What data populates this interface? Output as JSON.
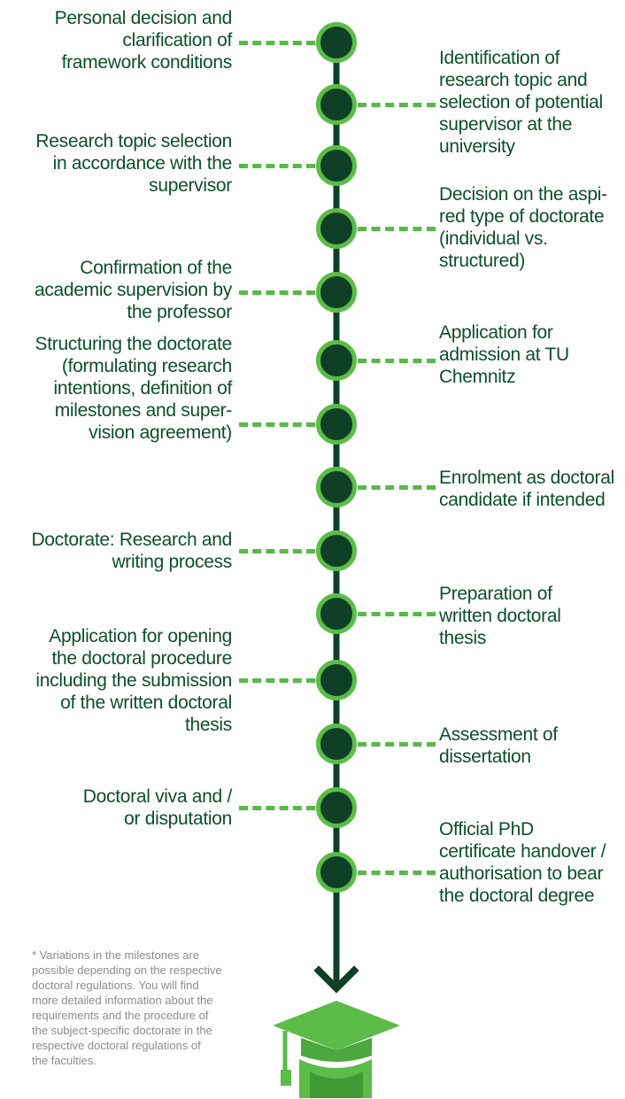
{
  "steps_left": [
    {
      "text": "Personal decision and\nclarification of\nframework conditions"
    },
    {
      "text": "Research topic selection\nin accordance with the\nsupervisor"
    },
    {
      "text": "Confirmation of the\nacademic supervision by\nthe professor"
    },
    {
      "text": "Structuring the doctorate\n(formulating research\nintentions, definition of\nmilestones and super-\nvision agreement)"
    },
    {
      "text": "Doctorate: Research and\nwriting process"
    },
    {
      "text": "Application for opening\nthe doctoral procedure\nincluding the submission\nof the written doctoral\nthesis"
    },
    {
      "text": "Doctoral viva and /\nor disputation"
    }
  ],
  "steps_right": [
    {
      "text": "Identification of\nresearch topic and\nselection of potential\nsupervisor at the\nuniversity"
    },
    {
      "text": "Decision on the aspi-\nred type of doctorate\n(individual vs.\nstructured)"
    },
    {
      "text": "Application for\nadmission at TU\nChemnitz"
    },
    {
      "text": "Enrolment as doctoral\ncandidate if intended"
    },
    {
      "text": "Preparation of\nwritten doctoral\nthesis"
    },
    {
      "text": "Assessment of\ndissertation"
    },
    {
      "text": "Official PhD\ncertificate handover /\nauthorisation to bear\nthe doctoral degree"
    }
  ],
  "footnote": "* Variations in the milestones are\npossible depending on the respective\ndoctoral regulations. You will find\nmore detailed information about the\nrequirements and the procedure of\nthe subject-specific doctorate in the\nrespective doctoral regulations of\nthe faculties.",
  "colors": {
    "text": "#0d4e2c",
    "node_fill": "#0f4027",
    "node_ring": "#5bbc48",
    "dash": "#57b947",
    "line": "#0f4027",
    "cap": "#5bbc48",
    "footnote": "#8c8c8c"
  },
  "icons": {
    "end": "graduation-cap-icon",
    "arrow": "arrow-down-icon"
  }
}
